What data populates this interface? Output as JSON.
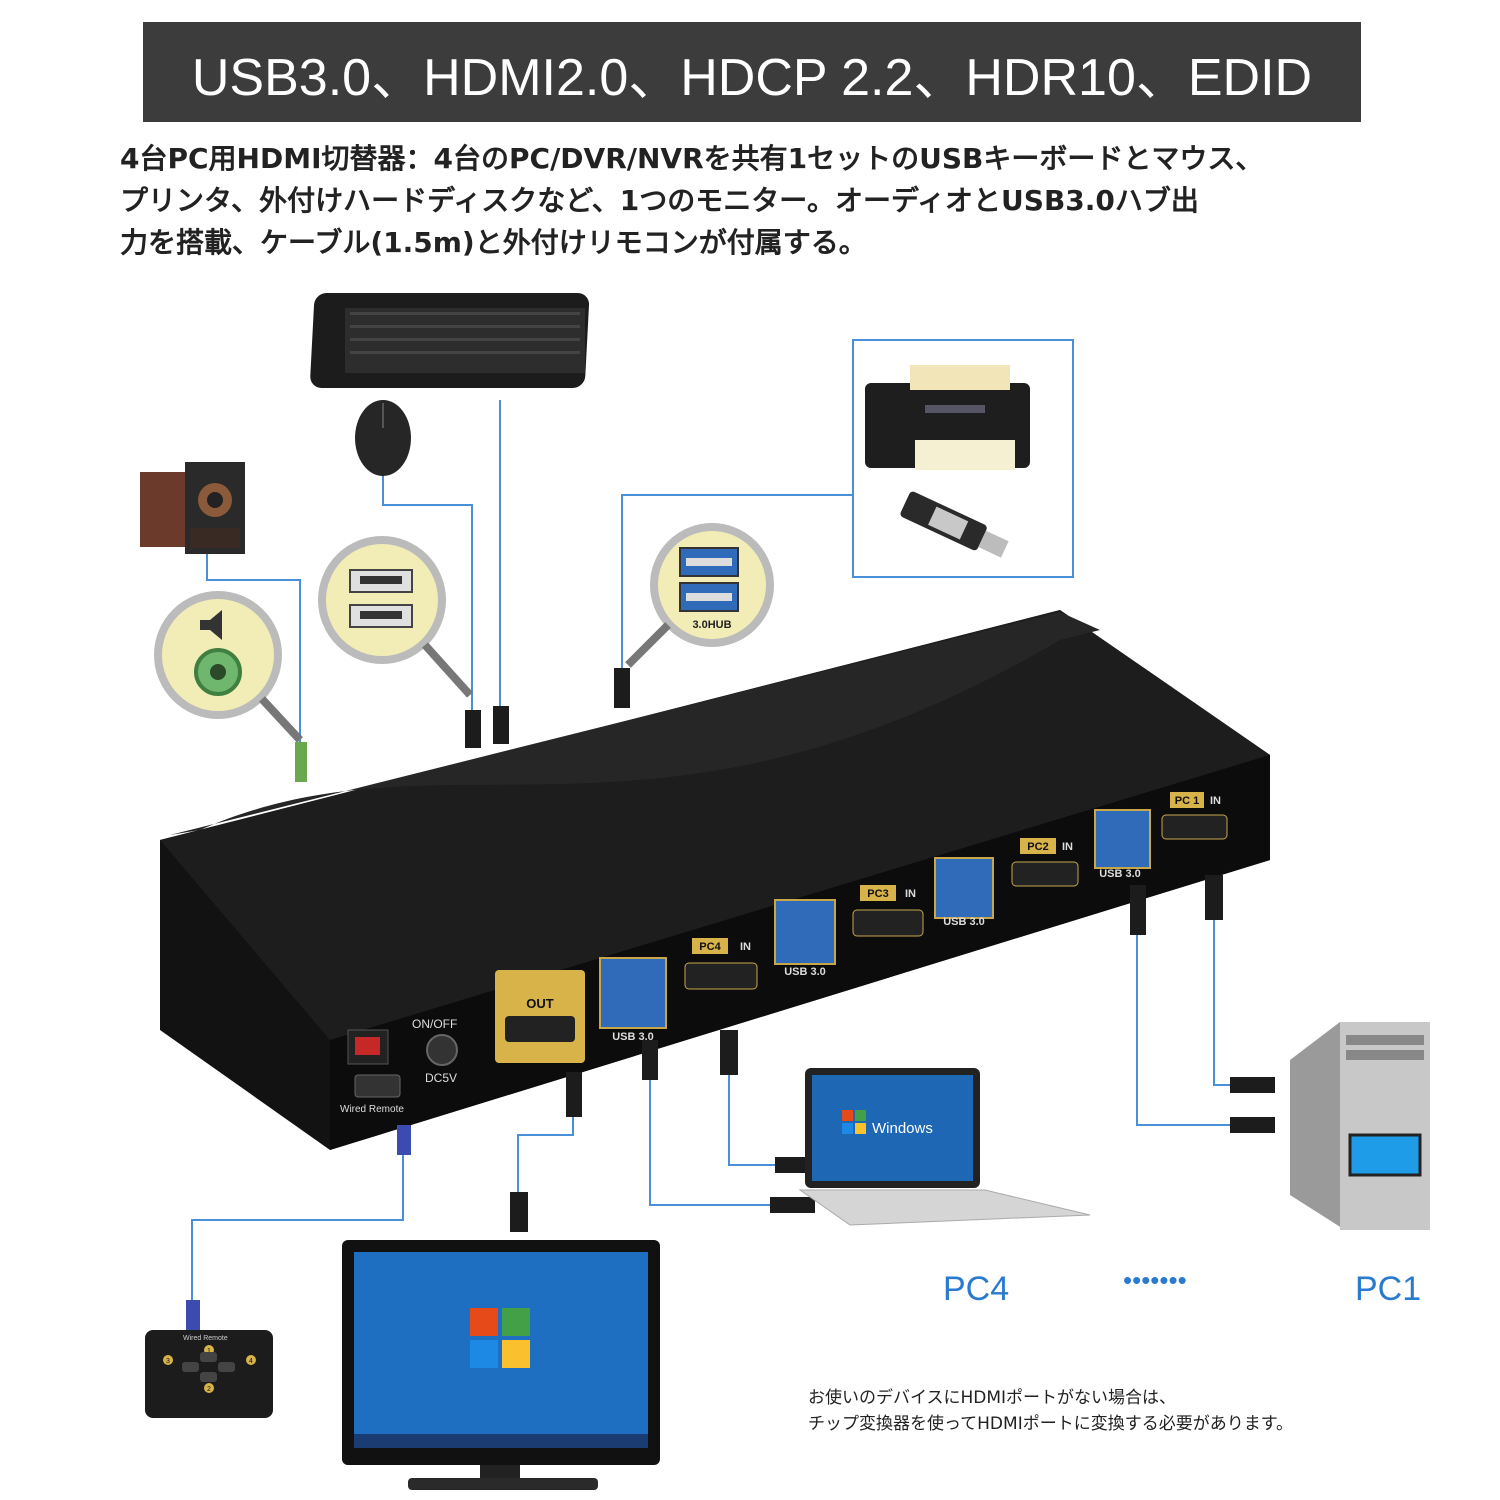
{
  "banner": {
    "title": "USB3.0、HDMI2.0、HDCP 2.2、HDR10、EDID"
  },
  "description": {
    "line1": "4台PC用HDMI切替器：4台のPC/DVR/NVRを共有1セットのUSBキーボードとマウス、",
    "line2": "プリンタ、外付けハードディスクなど、1つのモニター。オーディオとUSB3.0ハブ出",
    "line3": "力を搭載、ケーブル(1.5m)と外付けリモコンが付属する。"
  },
  "device": {
    "hub_label": "3.0HUB",
    "out_label": "OUT",
    "on_off": "ON/OFF",
    "dc": "DC5V",
    "wired_remote": "Wired Remote",
    "usb_label": "USB 3.0",
    "ports": [
      {
        "pc": "PC4",
        "in": "IN"
      },
      {
        "pc": "PC3",
        "in": "IN"
      },
      {
        "pc": "PC2",
        "in": "IN"
      },
      {
        "pc": "PC 1",
        "in": "IN"
      }
    ]
  },
  "remote": {
    "label": "Wired Remote",
    "buttons": [
      "1",
      "2",
      "3",
      "4"
    ]
  },
  "laptop": {
    "os_label": "Windows"
  },
  "computers": {
    "left": "PC4",
    "right": "PC1",
    "dots": "•••••••"
  },
  "note": {
    "line1": "お使いのデバイスにHDMIポートがない場合は、",
    "line2": "チップ変換器を使ってHDMIポートに変換する必要があります。"
  },
  "colors": {
    "banner_bg": "#3c3c3c",
    "accent_blue": "#2a7bd0",
    "cable_blue": "#4a90d9",
    "gold": "#d8b34a"
  }
}
